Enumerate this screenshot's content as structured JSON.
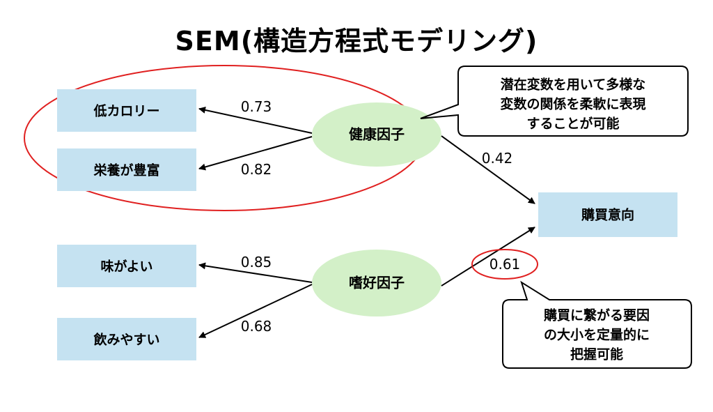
{
  "title": "SEM(構造方程式モデリング)",
  "observed": {
    "low_calorie": "低カロリー",
    "nutritious": "栄養が豊富",
    "tasty": "味がよい",
    "easy_to_drink": "飲みやすい",
    "purchase_intent": "購買意向"
  },
  "factors": {
    "health": "健康因子",
    "preference": "嗜好因子"
  },
  "coefficients": {
    "health_low_calorie": "0.73",
    "health_nutritious": "0.82",
    "health_purchase": "0.42",
    "preference_tasty": "0.85",
    "preference_easy": "0.68",
    "preference_purchase": "0.61"
  },
  "callouts": {
    "latent": [
      "潜在変数を用いて多様な",
      "変数の関係を柔軟に表現",
      "することが可能"
    ],
    "quantify": [
      "購買に繋がる要因",
      "の大小を定量的に",
      "把握可能"
    ]
  },
  "colors": {
    "box_fill": "#c5e2f1",
    "factor_fill": "#d3f0c8",
    "highlight": "#e02020",
    "arrow": "#000000"
  }
}
